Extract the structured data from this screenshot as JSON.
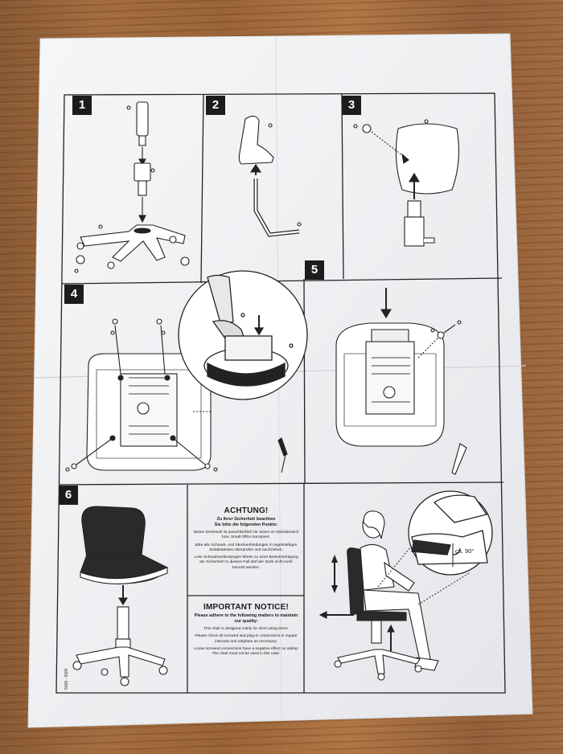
{
  "photo": {
    "subject": "chair assembly instruction sheet on wooden floor",
    "colors": {
      "wood": "#9a6438",
      "paper": "#f3f4f6",
      "ink": "#1c1c1c"
    }
  },
  "steps": [
    "1",
    "2",
    "3",
    "4",
    "5",
    "6"
  ],
  "notice_de": {
    "title": "ACHTUNG!",
    "subtitle_1": "Zu Ihrer Sicherheit beachten",
    "subtitle_2": "Sie bitte die folgenden Punkte:",
    "para_1": "Dieser Drehstuhl ist ausschließlich für Sitzen im Wohnbereich bzw. Small Office konzipiert.",
    "para_2": "Bitte alle Schraub- und Steckverbindungen in regelmäßigen Zeitabständen überprüfen und nachziehen.",
    "para_3": "Lose Schraubverbindungen führen zu einer Beeinträchtigung der Sicherheit! In diesem Fall darf der Stuhl nicht mehr benutzt werden."
  },
  "notice_en": {
    "title": "IMPORTANT NOTICE!",
    "subtitle": "Please adhere to the following matters to maintain our quality:",
    "para_1": "This chair is designed solely for short using times.",
    "para_2": "Please check all screwed and plug-in connections in regular intervals and retighten as necessary.",
    "para_3": "Loose screwed connections have a negative effect on safety! The chair must not be used in this case."
  },
  "angle_label": "ca. 90°",
  "print_code": "5008 - 6584"
}
